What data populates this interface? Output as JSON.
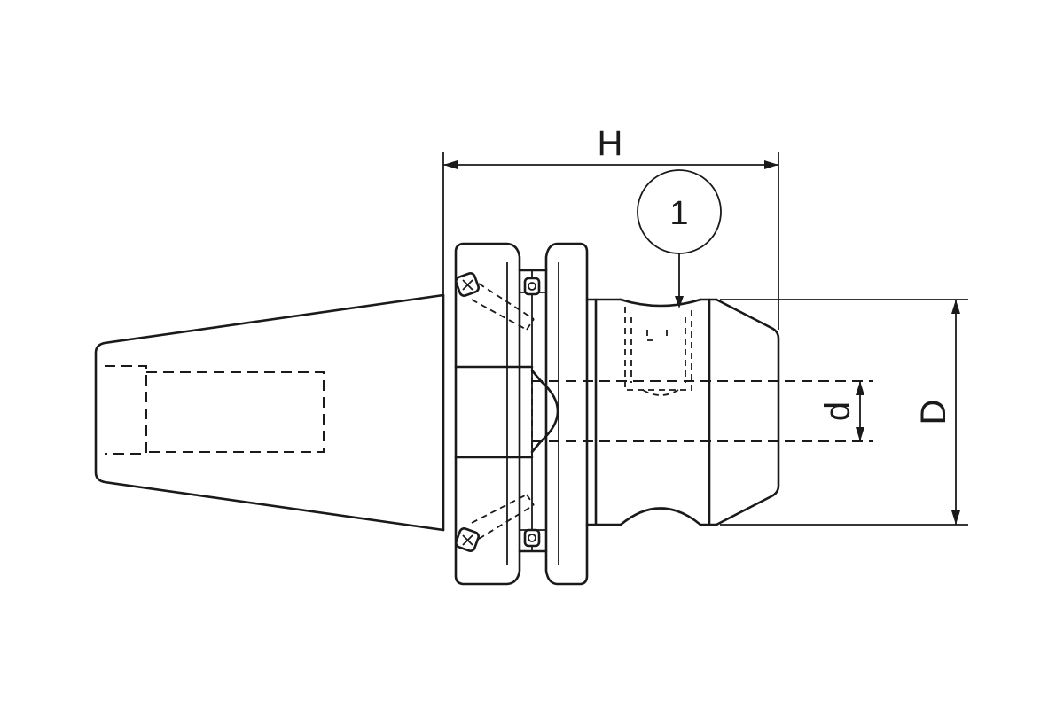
{
  "dimensions": {
    "h_label": "H",
    "d_small_label": "d",
    "d_large_label": "D"
  },
  "callouts": [
    {
      "label": "1"
    }
  ]
}
